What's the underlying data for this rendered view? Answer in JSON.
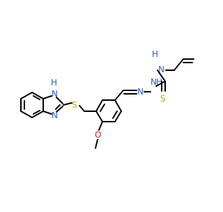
{
  "colors": {
    "carbon": "#000000",
    "nitrogen": "#2a5cd3",
    "sulfur": "#c9a800",
    "oxygen": "#d21f1f",
    "background": "#ffffff"
  },
  "atoms": {
    "nh_benzimidazole": "H",
    "n_benzimidazole_h": "N",
    "n_benzimidazole": "N",
    "s_thioether": "S",
    "o_methoxy": "O",
    "n_hydrazone1": "N",
    "n_hydrazone2": "N",
    "h_hydrazone": "H",
    "s_thione": "S",
    "n_allyl": "N",
    "h_allyl": "H"
  }
}
